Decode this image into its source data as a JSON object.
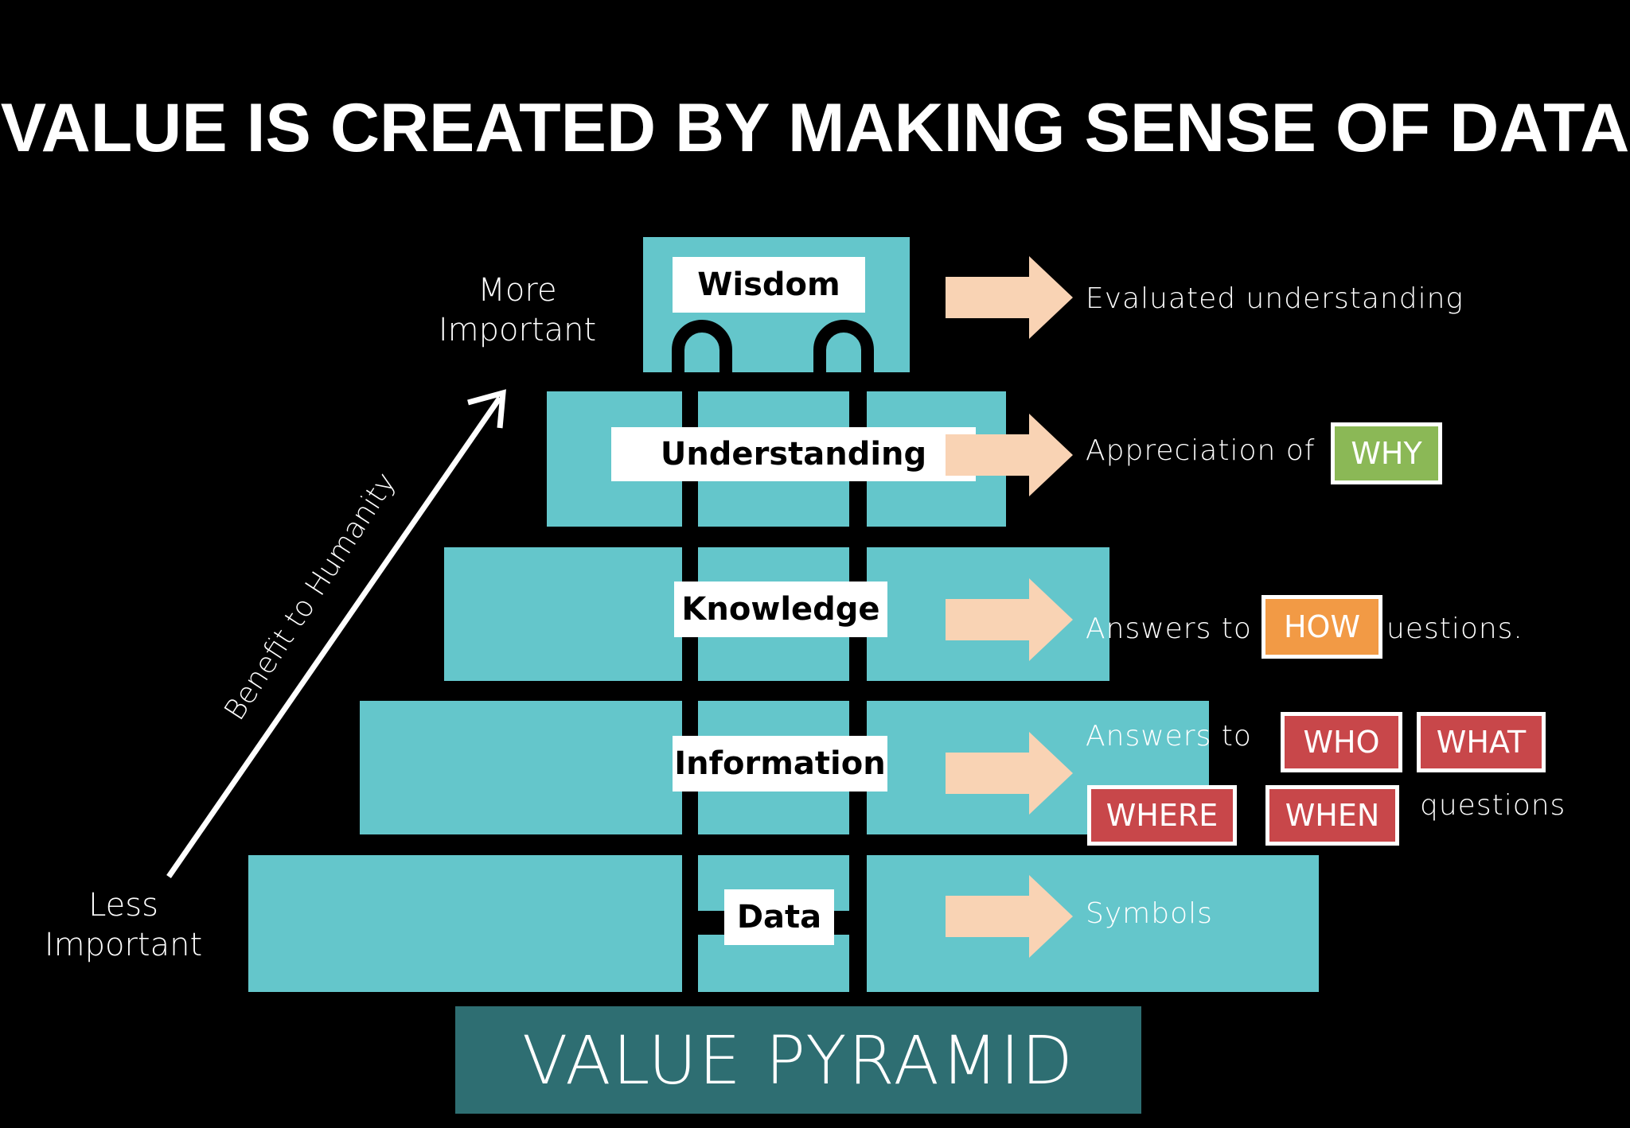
{
  "title": "VALUE IS CREATED BY MAKING SENSE OF DATA",
  "pyramid": {
    "levels": [
      {
        "name": "Wisdom",
        "description": "Evaluated understanding"
      },
      {
        "name": "Understanding",
        "description_prefix": "Appreciation of",
        "tags": [
          "WHY"
        ]
      },
      {
        "name": "Knowledge",
        "description_prefix": "Answers to",
        "tags": [
          "HOW"
        ],
        "description_suffix": "uestions."
      },
      {
        "name": "Information",
        "description_prefix": "Answers to",
        "tags": [
          "WHO",
          "WHAT",
          "WHERE",
          "WHEN"
        ],
        "description_suffix": "questions"
      },
      {
        "name": "Data",
        "description": "Symbols"
      }
    ],
    "footer": "VALUE PYRAMID"
  },
  "axis": {
    "top_label_line1": "More",
    "top_label_line2": "Important",
    "bottom_label_line1": "Less",
    "bottom_label_line2": "Important",
    "arrow_label": "Benefit to Humanity"
  },
  "colors": {
    "pyramid": "#64c6cb",
    "arrow": "#f9d3b4",
    "why": "#8bb856",
    "how": "#f29a45",
    "info_tags": "#c8474a",
    "footer": "#2e6e72"
  }
}
